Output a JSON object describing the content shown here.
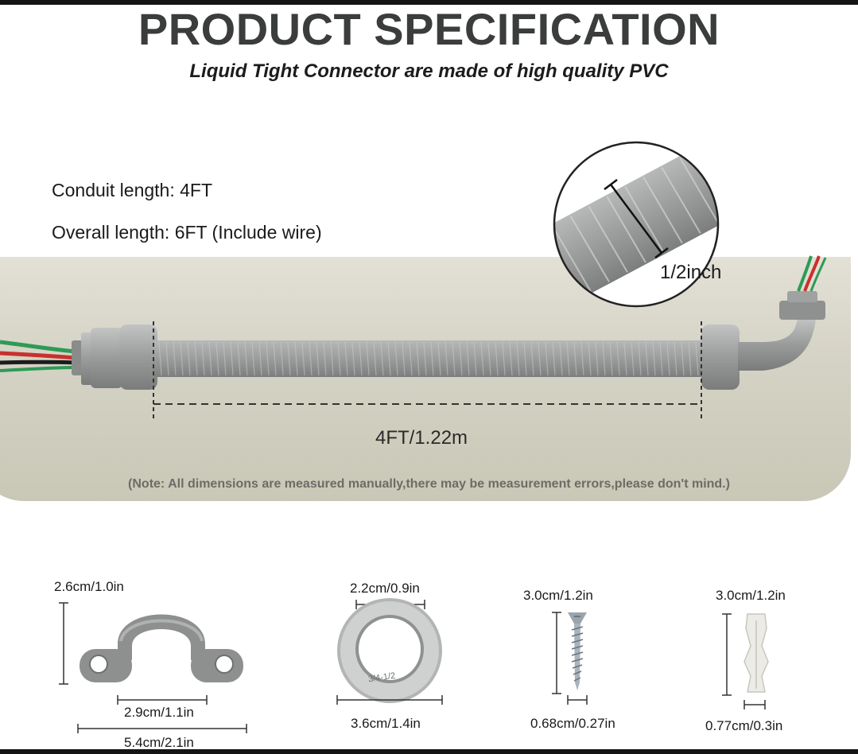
{
  "header": {
    "title": "PRODUCT SPECIFICATION",
    "subtitle": "Liquid Tight Connector are made of high quality PVC"
  },
  "specs": {
    "conduit_length": "Conduit length: 4FT",
    "overall_length": "Overall length: 6FT (Include wire)"
  },
  "conduit": {
    "length_label": "4FT/1.22m",
    "diameter_label": "1/2inch"
  },
  "note": "(Note: All dimensions are measured manually,there may be measurement errors,please don't mind.)",
  "accessories": {
    "strap": {
      "height": "2.6cm/1.0in",
      "inner_width": "2.9cm/1.1in",
      "total_width": "5.4cm/2.1in"
    },
    "washer": {
      "inner": "2.2cm/0.9in",
      "outer": "3.6cm/1.4in",
      "stamp": "3/4-1/2"
    },
    "screw": {
      "length": "3.0cm/1.2in",
      "width": "0.68cm/0.27in"
    },
    "anchor": {
      "length": "3.0cm/1.2in",
      "width": "0.77cm/0.3in"
    }
  },
  "colors": {
    "conduit": "#9b9d9c",
    "title": "#3a3d3c",
    "band": "#d4d2c4",
    "wire_green": "#2e9a55",
    "wire_red": "#c8312d"
  }
}
